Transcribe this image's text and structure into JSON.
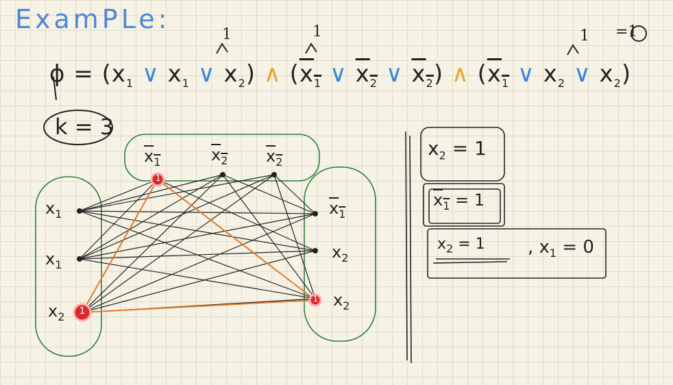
{
  "title": "ExamPLe:",
  "formula": {
    "phi": "ϕ",
    "eq": "=",
    "c1": {
      "open": "(",
      "a": "x",
      "a_sub": "1",
      "or1": "∨",
      "b": "x",
      "b_sub": "1",
      "or2": "∨",
      "c": "x",
      "c_sub": "2",
      "close": ")"
    },
    "and1": "∧",
    "c2": {
      "open": "(",
      "a": "x",
      "a_sub": "1",
      "or1": "∨",
      "b": "x",
      "b_sub": "2",
      "or2": "∨",
      "c": "x",
      "c_sub": "2",
      "close": ")"
    },
    "and2": "∧",
    "c3": {
      "open": "(",
      "a": "x",
      "a_sub": "1",
      "or1": "∨",
      "b": "x",
      "b_sub": "2",
      "or2": "∨",
      "c": "x",
      "c_sub": "2",
      "close": ")"
    },
    "marks": {
      "m1": "1",
      "m2": "1",
      "m3": "1",
      "result": "=1"
    }
  },
  "k_label": "k = 3",
  "graph": {
    "top_group": [
      {
        "label": "x",
        "sub": "1"
      },
      {
        "label": "x",
        "sub": "2"
      },
      {
        "label": "x",
        "sub": "2"
      }
    ],
    "left_group": [
      {
        "label": "x",
        "sub": "1"
      },
      {
        "label": "x",
        "sub": "1"
      },
      {
        "label": "x",
        "sub": "2"
      }
    ],
    "right_group": [
      {
        "label": "x",
        "sub": "1"
      },
      {
        "label": "x",
        "sub": "2"
      },
      {
        "label": "x",
        "sub": "2"
      }
    ],
    "selected_marks": [
      "1",
      "1",
      "1"
    ]
  },
  "assignments": {
    "a1": {
      "var": "x",
      "sub": "2",
      "eq": "= 1"
    },
    "a2": {
      "var": "x",
      "sub": "1",
      "eq": "= 1"
    },
    "a3": {
      "var": "x",
      "sub": "2",
      "eq": "= 1"
    },
    "a4": {
      "sep": ",",
      "var": "x",
      "sub": "1",
      "eq": "= 0"
    }
  },
  "colors": {
    "title": "#4f86d4",
    "or_symbol": "#3a86d6",
    "and_symbol": "#e5a629",
    "group_outline": "#2e7d3a",
    "selected_vertex": "#d92b2b",
    "selected_edge": "#e07a2a",
    "edge": "#222222"
  }
}
